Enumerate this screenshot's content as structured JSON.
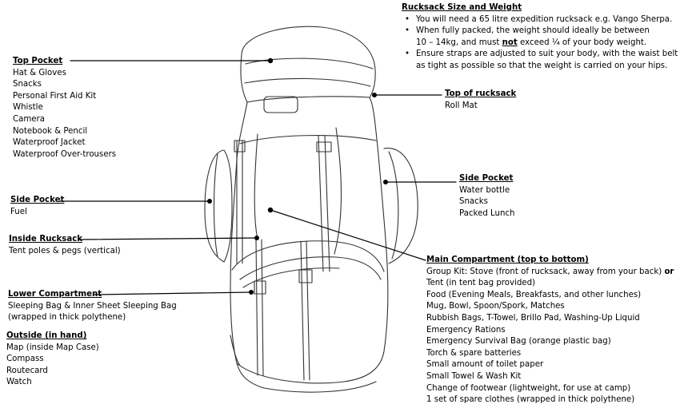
{
  "top_pocket": {
    "title": "Top Pocket",
    "items": [
      "Hat & Gloves",
      "Snacks",
      "Personal First Aid Kit",
      "Whistle",
      "Camera",
      "Notebook & Pencil",
      "Waterproof Jacket",
      "Waterproof Over-trousers"
    ]
  },
  "side_pocket_left": {
    "title": "Side Pocket",
    "items": [
      "Fuel"
    ]
  },
  "inside_rucksack": {
    "title": "Inside Rucksack",
    "items": [
      "Tent poles & pegs (vertical)"
    ]
  },
  "lower_compartment": {
    "title": "Lower Compartment",
    "items": [
      "Sleeping Bag  & Inner Sheet Sleeping Bag",
      "(wrapped in thick polythene)"
    ]
  },
  "outside": {
    "title": "Outside (in hand)",
    "items": [
      "Map (inside Map Case)",
      "Compass",
      "Routecard",
      "Watch"
    ]
  },
  "size_weight": {
    "title": "Rucksack Size and Weight",
    "bullet1": "You will need a 65 litre expedition rucksack e.g. Vango Sherpa.",
    "bullet2_line1": "When fully packed, the weight should ideally be between",
    "bullet2_line2_pre": "10 – 14kg, and must ",
    "bullet2_line2_emph": "not",
    "bullet2_line2_post": " exceed ¼ of your body weight.",
    "bullet3_line1": "Ensure straps are adjusted to suit your body, with the waist belt",
    "bullet3_line2": "as tight as possible so that the weight is carried on your hips."
  },
  "top_of_rucksack": {
    "title": "Top of rucksack",
    "items": [
      "Roll Mat"
    ]
  },
  "side_pocket_right": {
    "title": "Side Pocket",
    "items": [
      "Water bottle",
      "Snacks",
      "Packed Lunch"
    ]
  },
  "main_compartment": {
    "title": "Main Compartment (top to bottom)",
    "line1_pre": "Group Kit: Stove (front of rucksack, away from your back) ",
    "line1_emph": "or",
    "items": [
      "Tent (in tent bag provided)",
      "Food (Evening Meals, Breakfasts, and other lunches)",
      "Mug, Bowl, Spoon/Spork, Matches",
      "Rubbish Bags, T-Towel, Brillo Pad, Washing-Up Liquid",
      "Emergency Rations",
      "Emergency Survival Bag (orange plastic bag)",
      "Torch & spare batteries",
      "Small amount of toilet paper",
      "Small Towel & Wash Kit",
      "Change of footwear (lightweight, for use at camp)",
      "1 set of spare clothes (wrapped in thick polythene)"
    ]
  }
}
